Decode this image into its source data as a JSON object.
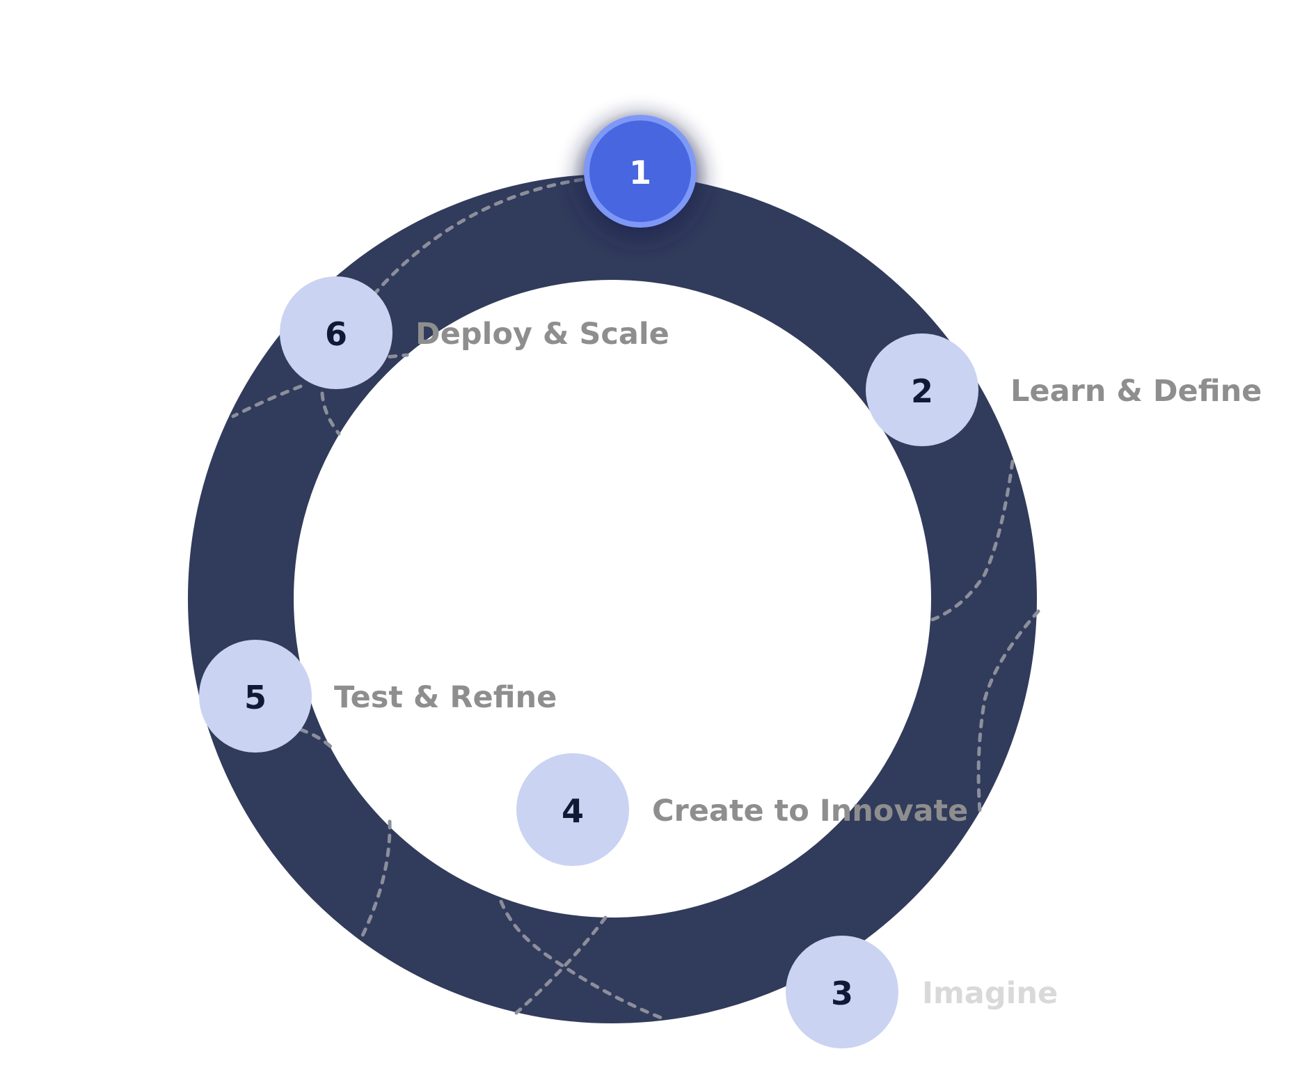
{
  "colors": {
    "ring": "#313b5b",
    "node_fill": "#cad3f2",
    "node_text": "#111a35",
    "active_fill": "#4766e0",
    "active_stroke": "#7e98f8",
    "active_text": "#ffffff",
    "label": "#8e8e8e",
    "label_faded": "#d9d9d9",
    "path": "#8c8f9b"
  },
  "steps": [
    {
      "number": "1",
      "label": "",
      "active": true
    },
    {
      "number": "2",
      "label": "Learn & Define",
      "active": false
    },
    {
      "number": "3",
      "label": "Imagine",
      "active": false
    },
    {
      "number": "4",
      "label": "Create to Innovate",
      "active": false
    },
    {
      "number": "5",
      "label": "Test & Refine",
      "active": false
    },
    {
      "number": "6",
      "label": "Deploy & Scale",
      "active": false
    }
  ]
}
